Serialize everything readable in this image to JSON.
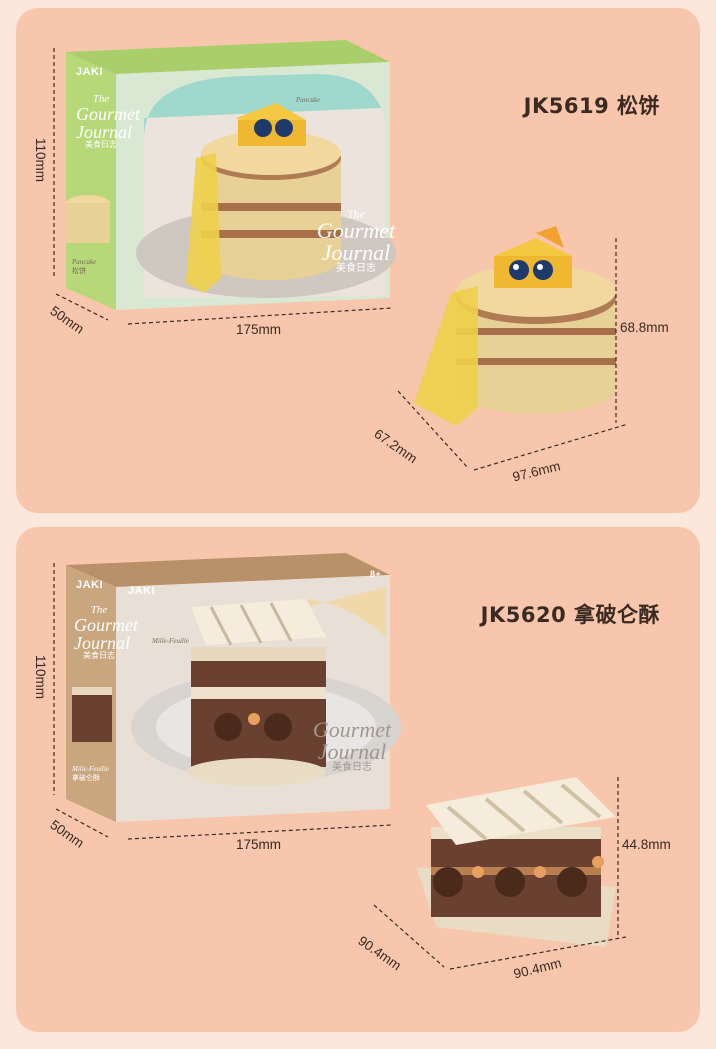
{
  "products": [
    {
      "title": "JK5619  松饼",
      "box": {
        "logo": "JAKI",
        "brand_line1": "The",
        "brand_line2": "Gourmet",
        "brand_line3": "Journal",
        "brand_cn": "美食日志",
        "product_en": "Pancake",
        "product_cn": "松饼",
        "height": "110mm",
        "depth": "50mm",
        "width": "175mm"
      },
      "model": {
        "height": "68.8mm",
        "depth": "67.2mm",
        "width": "97.6mm"
      },
      "colors": {
        "box_side": "#b7d879",
        "box_top": "#a8cf6a",
        "accent": "#f5c842"
      }
    },
    {
      "title": "JK5620  拿破仑酥",
      "box": {
        "logo": "JAKI",
        "brand_line1": "The",
        "brand_line2": "Gourmet",
        "brand_line3": "Journal",
        "brand_cn": "美食日志",
        "product_en": "Mille-Feuille",
        "product_cn": "拿破仑酥",
        "age": "8+",
        "height": "110mm",
        "depth": "50mm",
        "width": "175mm"
      },
      "model": {
        "height": "44.8mm",
        "depth": "90.4mm",
        "width": "90.4mm"
      },
      "colors": {
        "box_side": "#c9a67e",
        "box_top": "#b89168",
        "accent": "#8a4a2a"
      }
    }
  ]
}
